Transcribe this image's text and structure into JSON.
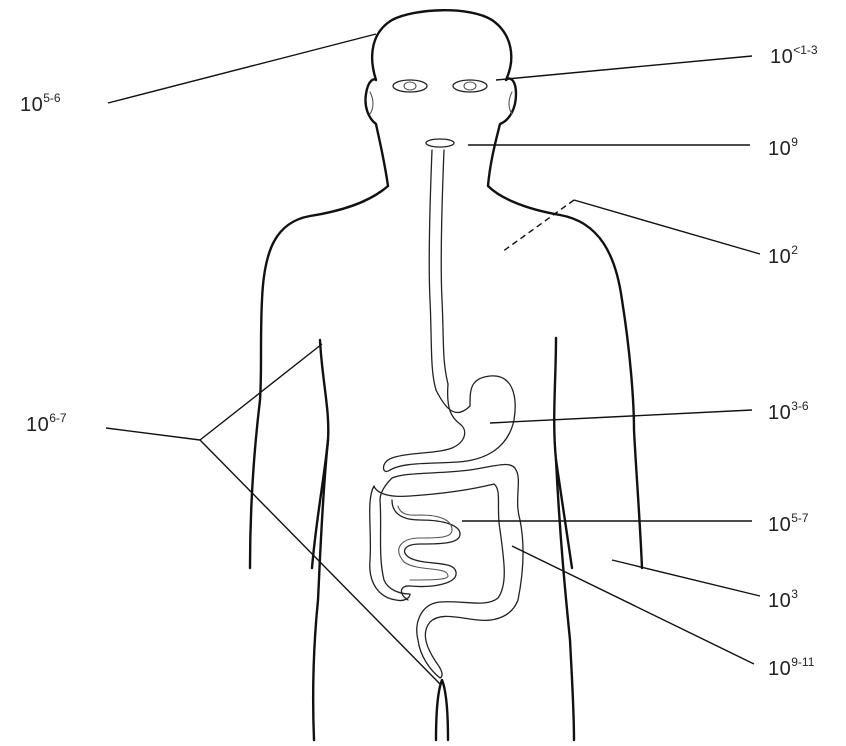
{
  "labels": {
    "scalp": {
      "base": "10",
      "exp": "5-6"
    },
    "eyes": {
      "base": "10",
      "exp": "<1-3"
    },
    "mouth": {
      "base": "10",
      "exp": "9"
    },
    "chest": {
      "base": "10",
      "exp": "2"
    },
    "groin": {
      "base": "10",
      "exp": "6-7"
    },
    "stomach": {
      "base": "10",
      "exp": "3-6"
    },
    "small_bowel": {
      "base": "10",
      "exp": "5-7"
    },
    "forearm": {
      "base": "10",
      "exp": "3"
    },
    "colon": {
      "base": "10",
      "exp": "9-11"
    }
  }
}
